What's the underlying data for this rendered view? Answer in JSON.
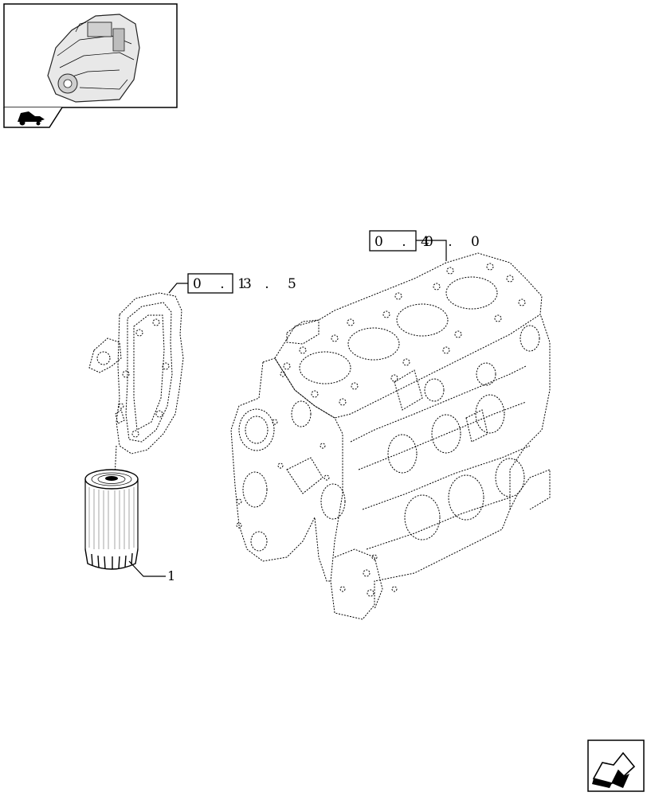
{
  "references": {
    "engine_block": {
      "boxed": "0 . 0",
      "rest": "4 . 0"
    },
    "oil_pump_cover": {
      "boxed": "0 . 3",
      "rest": "1 . 5"
    }
  },
  "callouts": {
    "oil_filter": "1"
  },
  "icons": {
    "thumbnail": "engine-thumbnail-icon",
    "section_tab": "tractor-icon",
    "navigation": "next-page-arrow-icon"
  }
}
